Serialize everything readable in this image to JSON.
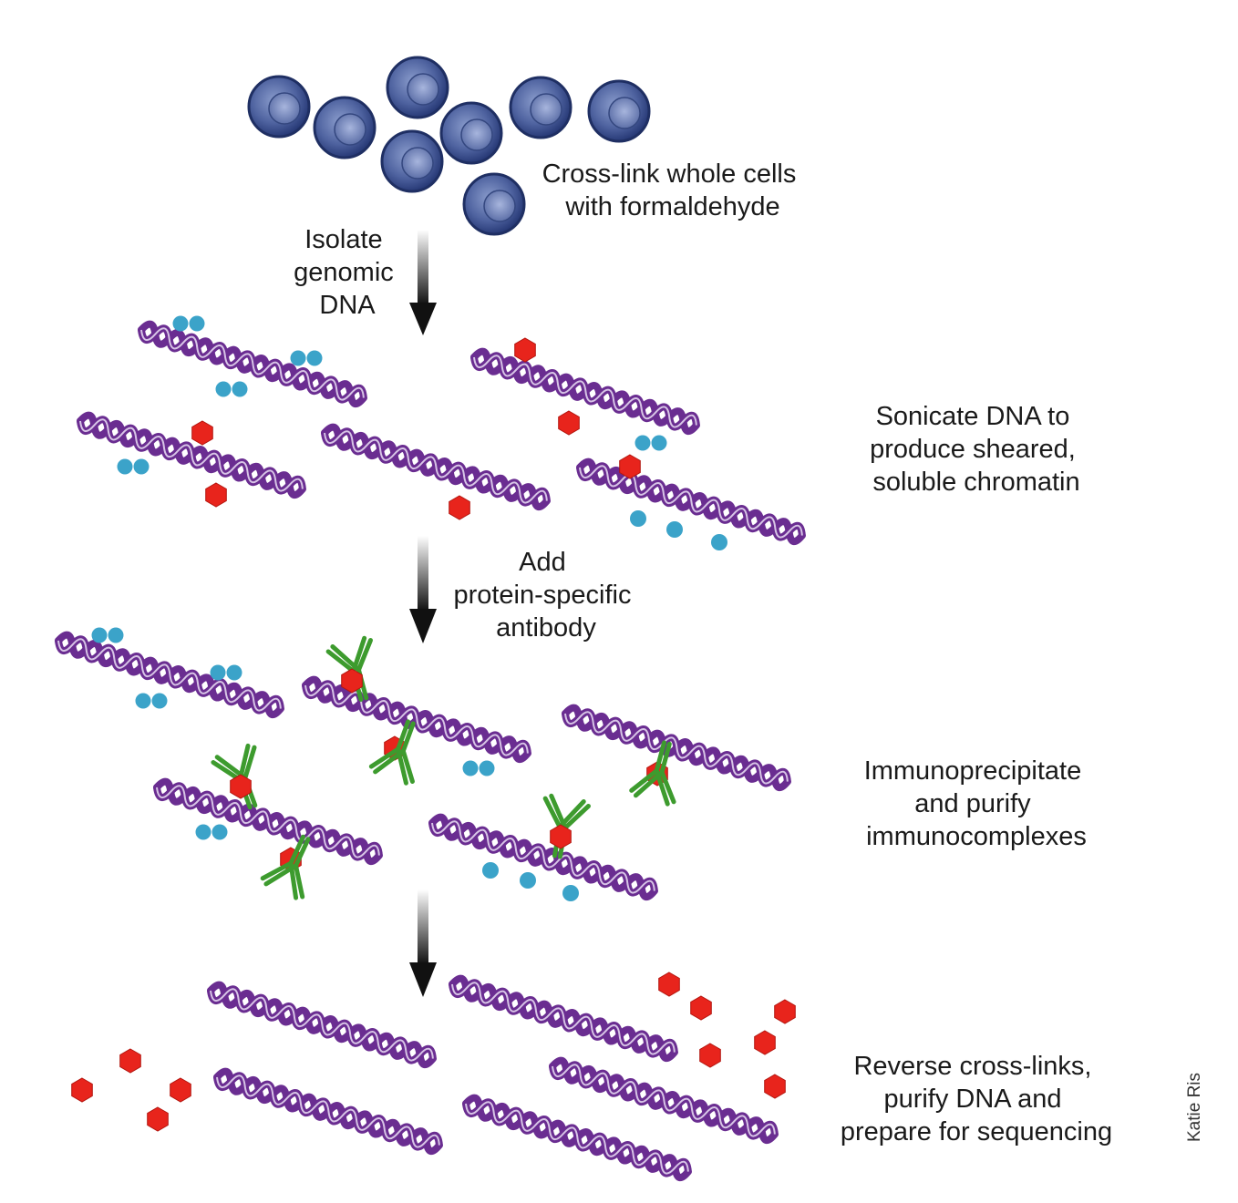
{
  "steps": {
    "crosslink": {
      "line1": "Cross-link whole cells",
      "line2": "with formaldehyde"
    },
    "isolate": {
      "line1": "Isolate",
      "line2": "genomic",
      "line3": "DNA"
    },
    "sonicate": {
      "line1": "Sonicate DNA to",
      "line2": "produce sheared,",
      "line3": "soluble chromatin"
    },
    "antibody": {
      "line1": "Add",
      "line2": "protein-specific",
      "line3": "antibody"
    },
    "immunoprecipitate": {
      "line1": "Immunoprecipitate",
      "line2": "and purify",
      "line3": "immunocomplexes"
    },
    "reverse": {
      "line1": "Reverse cross-links,",
      "line2": "purify DNA and",
      "line3": "prepare for sequencing"
    }
  },
  "credit": "Katie Ris",
  "colors": {
    "cell": "#4a5d94",
    "cell_outline": "#1f2f63",
    "dna": "#6a2d91",
    "protein_red": "#e8241c",
    "protein_blue": "#3ba3c9",
    "antibody": "#3d9b2e",
    "arrow": "#1a1a1a"
  }
}
